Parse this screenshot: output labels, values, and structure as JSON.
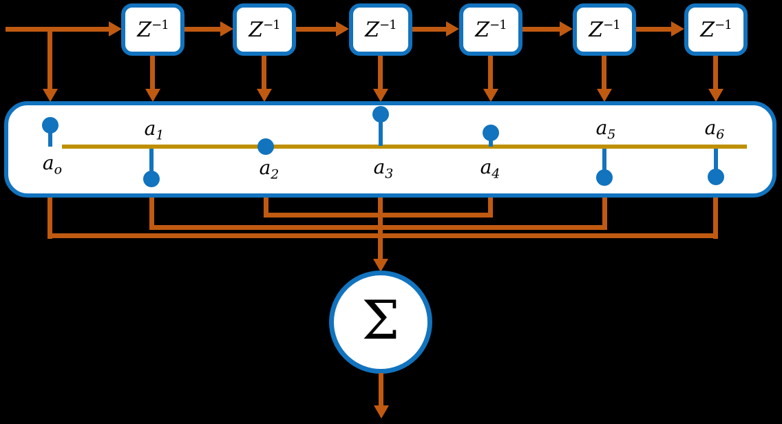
{
  "colors": {
    "background": "#000000",
    "arrow_orange": "#C55A11",
    "node_blue": "#1273BE",
    "tap_rail_gold": "#BF9000",
    "node_fill": "#FFFFFF",
    "label_black": "#000000"
  },
  "delay_blocks": [
    {
      "base": "Z",
      "exp": "−1"
    },
    {
      "base": "Z",
      "exp": "−1"
    },
    {
      "base": "Z",
      "exp": "−1"
    },
    {
      "base": "Z",
      "exp": "−1"
    },
    {
      "base": "Z",
      "exp": "−1"
    },
    {
      "base": "Z",
      "exp": "−1"
    }
  ],
  "taps": [
    {
      "base": "a",
      "sub": "o"
    },
    {
      "base": "a",
      "sub": "1"
    },
    {
      "base": "a",
      "sub": "2"
    },
    {
      "base": "a",
      "sub": "3"
    },
    {
      "base": "a",
      "sub": "4"
    },
    {
      "base": "a",
      "sub": "5"
    },
    {
      "base": "a",
      "sub": "6"
    }
  ],
  "summation": {
    "symbol": "Σ"
  }
}
